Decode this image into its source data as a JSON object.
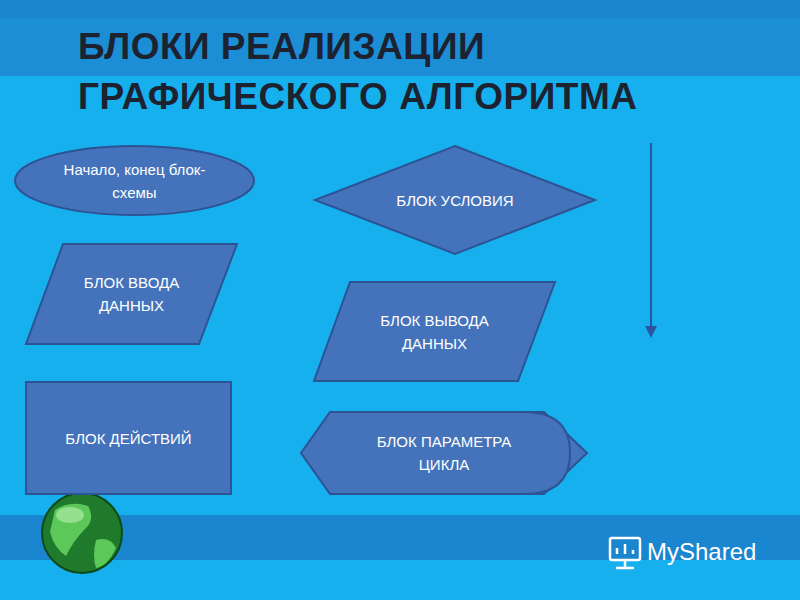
{
  "diagram": {
    "title": "БЛОКИ РЕАЛИЗАЦИИ ГРАФИЧЕСКОГО АЛГОРИТМА",
    "nodes": [
      {
        "text": [
          "Начало, конец блок-схемы"
        ]
      },
      {
        "text": [
          "БЛОК УСЛОВИЯ"
        ]
      },
      {
        "text": [
          "БЛОК ВВОДА ДАННЫХ"
        ]
      },
      {
        "text": [
          "БЛОК ВЫВОДА ДАННЫХ"
        ]
      },
      {
        "text": [
          "БЛОК ДЕЙСТВИЙ"
        ]
      },
      {
        "text": [
          "БЛОК ПАРАМЕТРА ЦИКЛА"
        ]
      }
    ],
    "labels": [
      "MyShared"
    ]
  }
}
